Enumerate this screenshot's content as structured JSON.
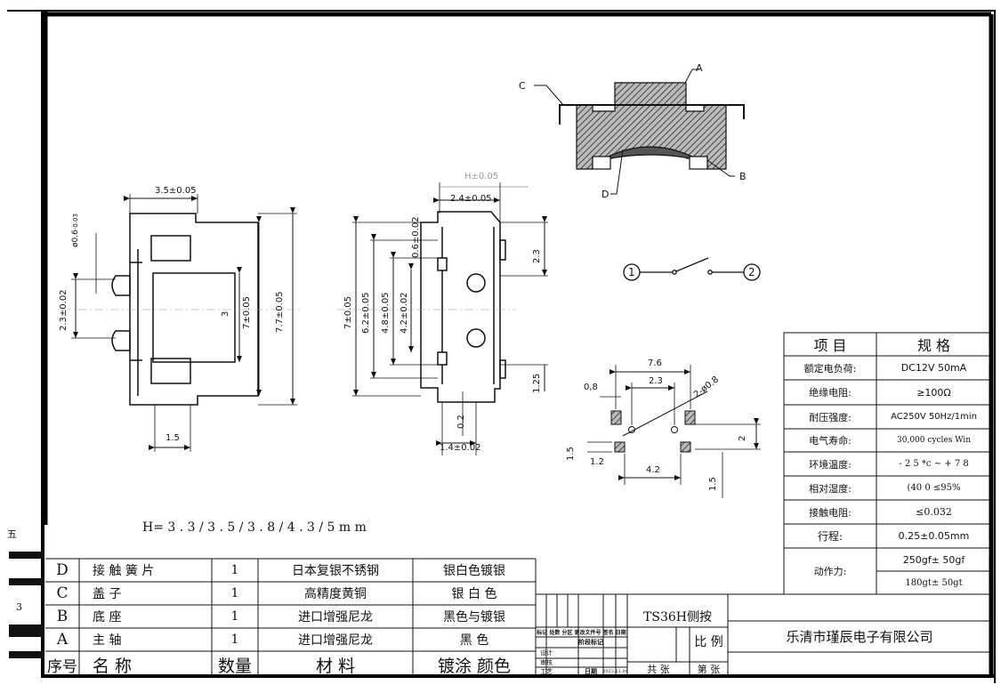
{
  "drawing": {
    "height_options": "H=  3 . 3  /   3 . 5  /  3 . 8  /  4 . 3  /  5 m m",
    "model": "TS36H侧按",
    "company": "乐清市瑾辰电子有限公司",
    "left_mark": "五",
    "left_mark2": "3"
  },
  "callouts": {
    "a": "A",
    "b": "B",
    "c": "C",
    "d": "D"
  },
  "circuit": {
    "pin1": "1",
    "pin2": "2"
  },
  "top_view_dims": {
    "w35": "3.5±0.05",
    "dia06": "ø0.6",
    "dia06_tol": "-0.03",
    "h23": "2.3±0.02",
    "h3": "3",
    "h7": "7±0.05",
    "h77": "7.7±0.05",
    "w15": "1.5"
  },
  "side_view_dims": {
    "hh": "H±0.05",
    "w24": "2.4±0.05",
    "d062": "0.6±0.02",
    "d23": "2.3",
    "h7": "7±0.05",
    "h62": "6.2±0.05",
    "h48": "4.8±0.05",
    "h42": "4.2±0.02",
    "d125": "1.25",
    "d02": "0.2",
    "w14": "1.4±0.02"
  },
  "pcb_dims": {
    "w76": "7.6",
    "d08": "0,8",
    "w23": "2.3",
    "hole": "2-ø0.8",
    "v15a": "1.5",
    "h12": "1.2",
    "w42": "4.2",
    "h2": "2",
    "v15b": "1.5"
  },
  "spec_table": {
    "header_item": "项    目",
    "header_spec": "规    格",
    "rows": [
      {
        "item": "额定电负荷:",
        "spec": "DC12V  50mA"
      },
      {
        "item": "绝缘电阻:",
        "spec": "≥100Ω"
      },
      {
        "item": "耐压强度:",
        "spec": "AC250V   50Hz/1min"
      },
      {
        "item": "电气寿命:",
        "spec": "30,000 cycles Win"
      },
      {
        "item": "环境温度:",
        "spec": "- 2 5 *c ~  + 7 8"
      },
      {
        "item": "相对湿度:",
        "spec": "(40  0  ≤95%"
      },
      {
        "item": "接触电阻:",
        "spec": "≤0.032"
      },
      {
        "item": "行程:",
        "spec": "0.25±0.05mm"
      }
    ],
    "force_label": "动作力:",
    "force_values": [
      "250gf± 50gf",
      "180gt± 50gt"
    ]
  },
  "bom": {
    "rows": [
      {
        "code": "D",
        "name": "接 触  簧 片",
        "qty": "1",
        "material": "日本复银不锈钢",
        "finish": "银白色镀银"
      },
      {
        "code": "C",
        "name": "盖          子",
        "qty": "1",
        "material": "高精度黄铜",
        "finish": "银  白  色"
      },
      {
        "code": "B",
        "name": "底          座",
        "qty": "1",
        "material": "进口增强尼龙",
        "finish": "黑色与镀银"
      },
      {
        "code": "A",
        "name": "主          轴",
        "qty": "1",
        "material": "进口增强尼龙",
        "finish": "黑          色"
      }
    ],
    "header": {
      "no": "序号",
      "name": "名          称",
      "qty": "数量",
      "material": "材          料",
      "finish": "镀涂     颜色"
    }
  },
  "title_block": {
    "ratio": "比 例",
    "total": "共 张",
    "sheet": "第 张",
    "revisions": "标记 处数 分区 更改文件号 签名 日期",
    "design": "设计",
    "check": "审核",
    "process": "工艺",
    "date_label": "日期",
    "date_value": "2023.11.04",
    "stage": "阶段标记"
  },
  "colors": {
    "line": "#111111",
    "hatch": "#555555",
    "frame": "#000000"
  }
}
